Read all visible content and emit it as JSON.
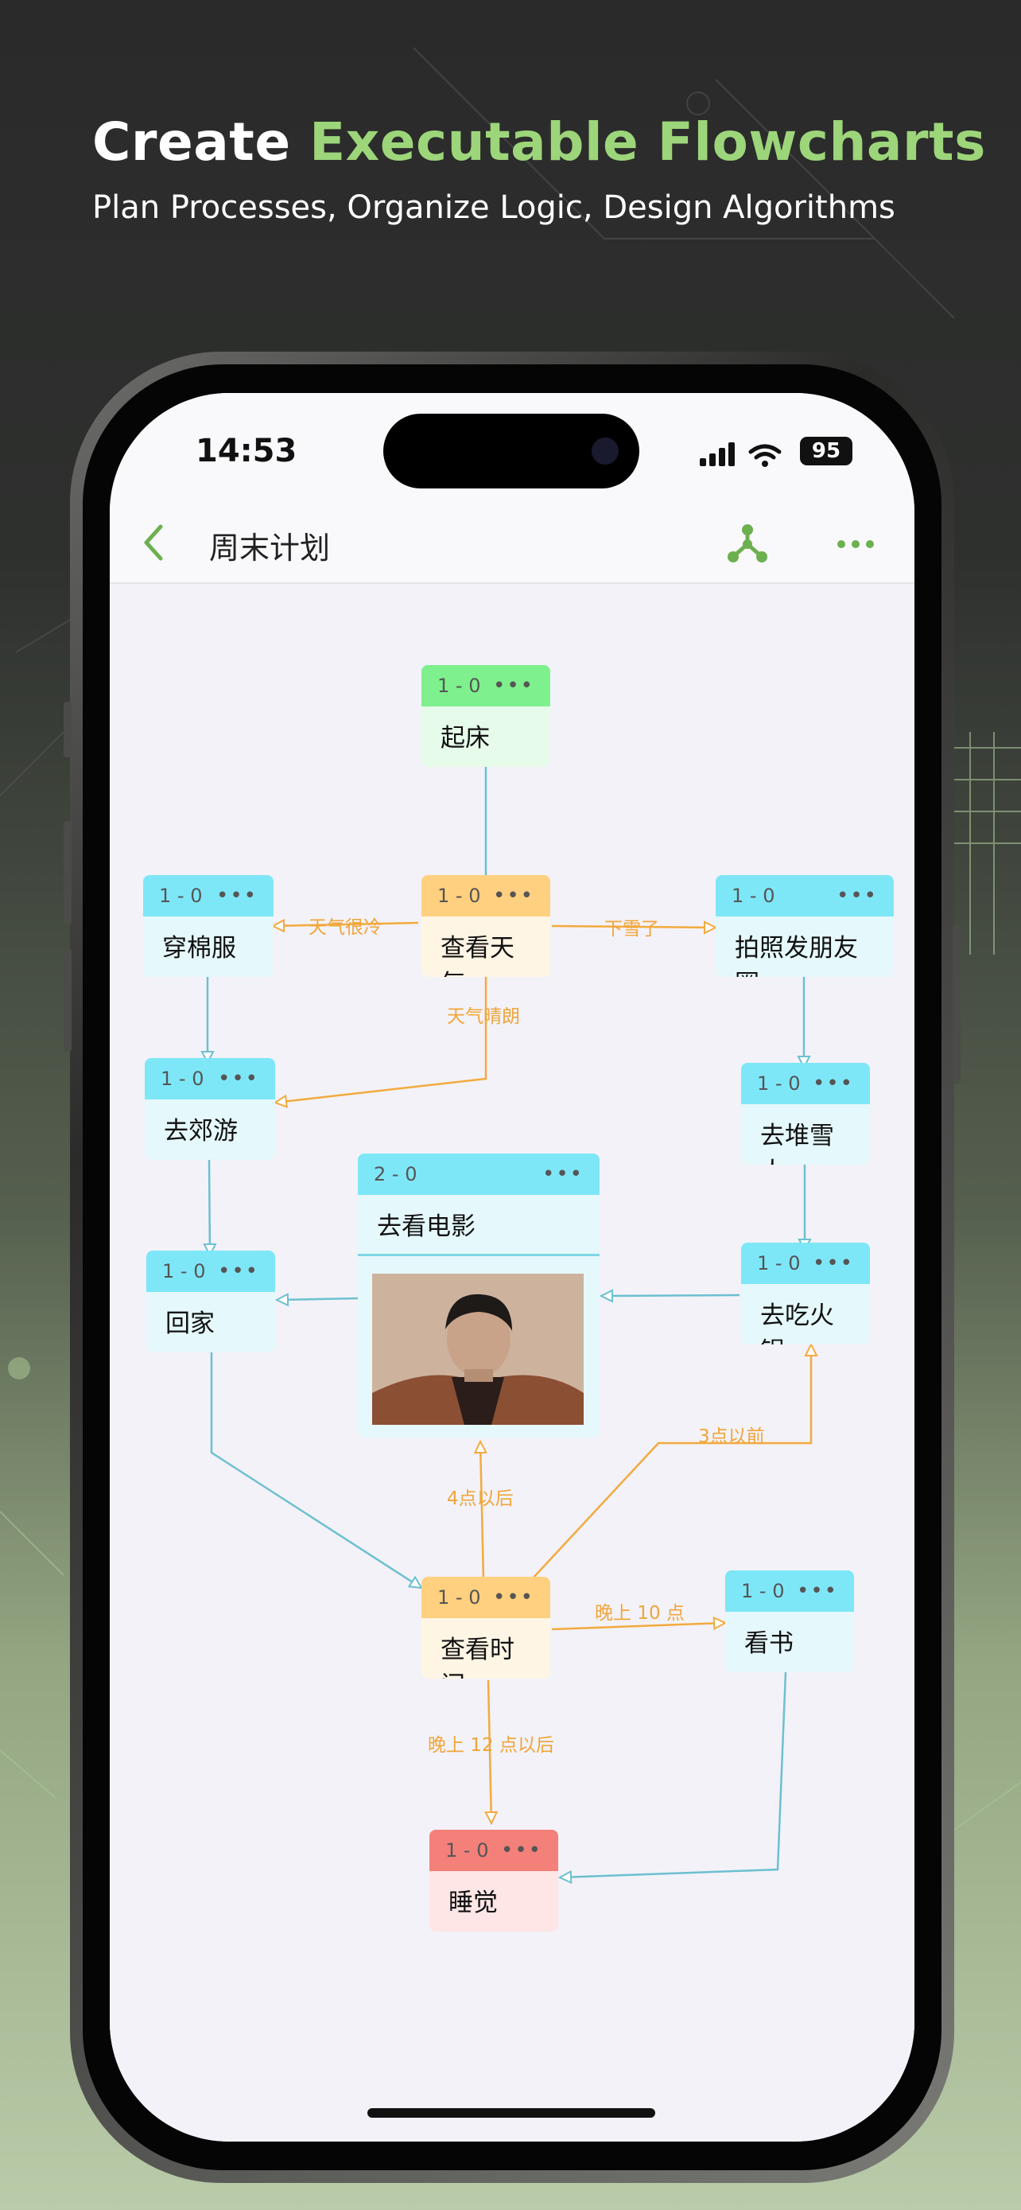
{
  "promo": {
    "headline_white": "Create ",
    "headline_green": "Executable Flowcharts",
    "subtitle": "Plan Processes, Organize Logic, Design Algorithms"
  },
  "status": {
    "time": "14:53",
    "battery": "95"
  },
  "nav": {
    "title": "周末计划"
  },
  "nodes": {
    "wake": {
      "id": "1 - 0",
      "label": "起床"
    },
    "weather": {
      "id": "1 - 0",
      "label": "查看天气"
    },
    "coat": {
      "id": "1 - 0",
      "label": "穿棉服"
    },
    "photo": {
      "id": "1 - 0",
      "label": "拍照发朋友圈"
    },
    "outing": {
      "id": "1 - 0",
      "label": "去郊游"
    },
    "snowman": {
      "id": "1 - 0",
      "label": "去堆雪人"
    },
    "movie": {
      "id": "2 - 0",
      "label": "去看电影"
    },
    "home": {
      "id": "1 - 0",
      "label": "回家"
    },
    "hotpot": {
      "id": "1 - 0",
      "label": "去吃火锅"
    },
    "time": {
      "id": "1 - 0",
      "label": "查看时间"
    },
    "book": {
      "id": "1 - 0",
      "label": "看书"
    },
    "sleep": {
      "id": "1 - 0",
      "label": "睡觉"
    }
  },
  "edges": {
    "cold": "天气很冷",
    "snow": "下雪了",
    "sunny": "天气晴朗",
    "before3": "3点以前",
    "after4": "4点以后",
    "pm10": "晚上 10 点",
    "after12": "晚上 12 点以后"
  },
  "node_menu": "•••",
  "colors": {
    "accent": "#6db04f",
    "edge_blue": "#6cc0d0",
    "edge_orange": "#f3aa3e"
  }
}
